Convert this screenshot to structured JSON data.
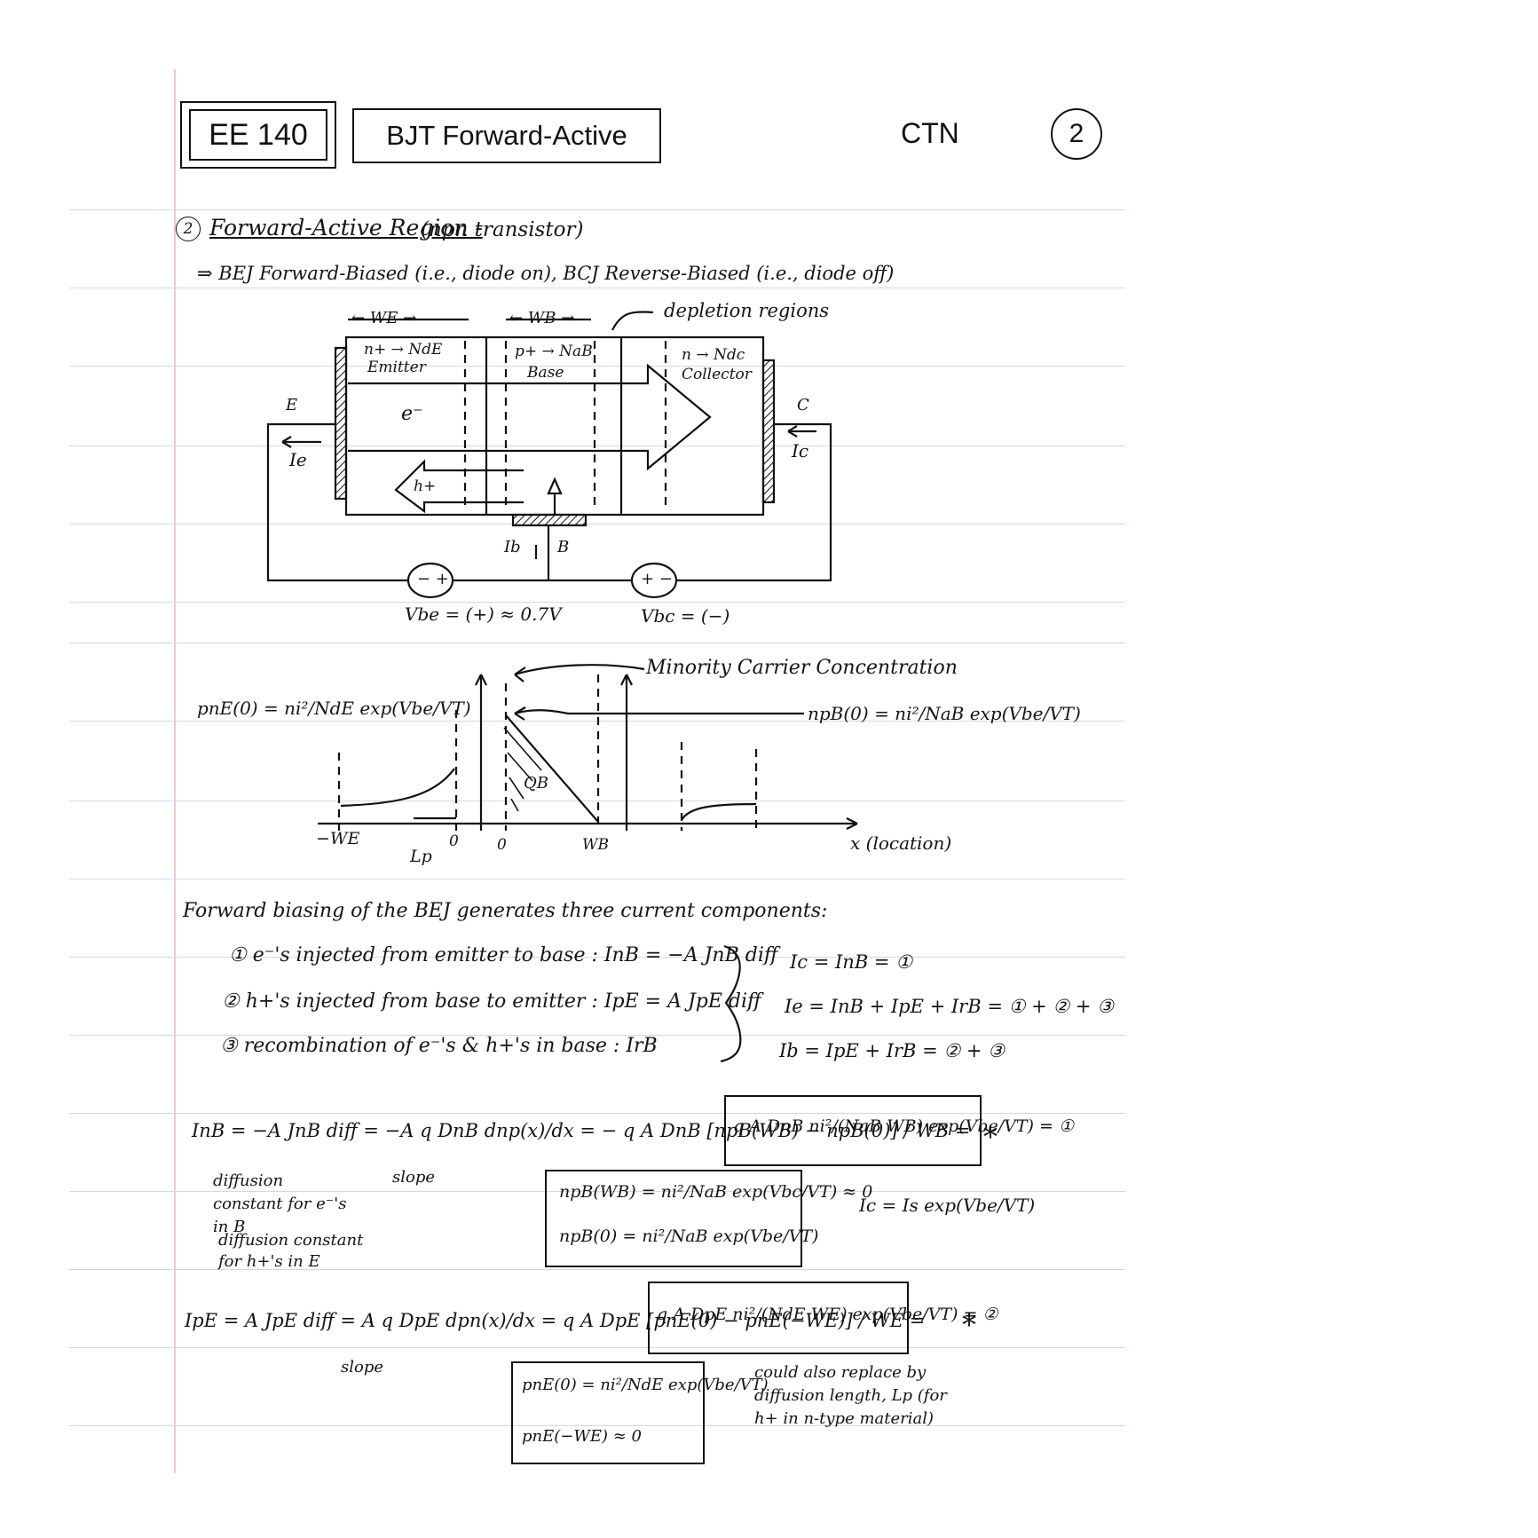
{
  "header": {
    "course": "EE 140",
    "title": "BJT Forward-Active",
    "initials": "CTN",
    "page_number": "2"
  },
  "section": {
    "number": "2",
    "heading": "Forward-Active Region -",
    "subheading": "(npn transistor)",
    "condition": "⇒ BEJ Forward-Biased (i.e., diode on), BCJ Reverse-Biased (i.e., diode off)"
  },
  "device_diagram": {
    "width_e": "← WE →",
    "width_b": "← WB →",
    "depletion": "depletion regions",
    "emitter_doping": "n+ → NdE",
    "emitter_name": "Emitter",
    "base_doping": "p+ → NaB",
    "base_name": "Base",
    "collector_doping": "n → Ndc",
    "collector_name": "Collector",
    "electron": "e⁻",
    "hole": "h+",
    "terminal_e": "E",
    "terminal_c": "C",
    "terminal_b": "B",
    "current_e": "Ie",
    "current_c": "Ic",
    "current_b": "Ib",
    "vbe": "Vbe = (+) ≈ 0.7V",
    "vbc": "Vbc = (−)",
    "source_be": "− +",
    "source_bc": "+ −"
  },
  "concentration_plot": {
    "label": "Minority Carrier Concentration",
    "pne_eq": "pnE(0) = ni²/NdE exp(Vbe/VT)",
    "npb_eq": "npB(0) = ni²/NaB exp(Vbe/VT)",
    "charge": "QB",
    "x_label": "x (location)",
    "ticks": [
      "−WE",
      "Lp",
      "0",
      "0",
      "WB"
    ]
  },
  "components": {
    "intro": "Forward biasing of the BEJ generates three current components:",
    "items": [
      "① e⁻'s injected from emitter to base : InB = −A JnB diff",
      "② h+'s injected from base to emitter : IpE = A JpE diff",
      "③ recombination of e⁻'s & h+'s in base : IrB"
    ],
    "relations": [
      "Ic = InB = ①",
      "Ie = InB + IpE + IrB = ① + ② + ③",
      "Ib = IpE + IrB = ② + ③"
    ]
  },
  "derivation": {
    "inb_line": "InB = −A JnB diff = −A q DnB dnp(x)/dx = − q A DnB [npB(WB) − npB(0)] / WB =",
    "inb_result": "q A DnB ni²/(NaB WB) exp(Vbe/VT) = ①",
    "star1": "*",
    "diff_const_e": "diffusion constant for e⁻'s in B",
    "slope1": "slope",
    "npb_wb": "npB(WB) = ni²/NaB exp(Vbc/VT) ≈ 0",
    "npb_0": "npB(0) = ni²/NaB exp(Vbe/VT)",
    "ic_result": "Ic = Is exp(Vbe/VT)",
    "diff_const_h": "diffusion constant for h+'s in E",
    "ipe_line": "IpE = A JpE diff = A q DpE dpn(x)/dx = q A DpE [pnE(0) − pnE(−WE)] / WE =",
    "ipe_result": "q A DpE ni²/(NdE WE) exp(Vbe/VT) = ②",
    "star2": "*",
    "slope2": "slope",
    "pne_0": "pnE(0) = ni²/NdE exp(Vbe/VT)",
    "pne_we": "pnE(−WE) ≈ 0",
    "note": "could also replace by diffusion length, Lp (for h+ in n-type material)"
  }
}
